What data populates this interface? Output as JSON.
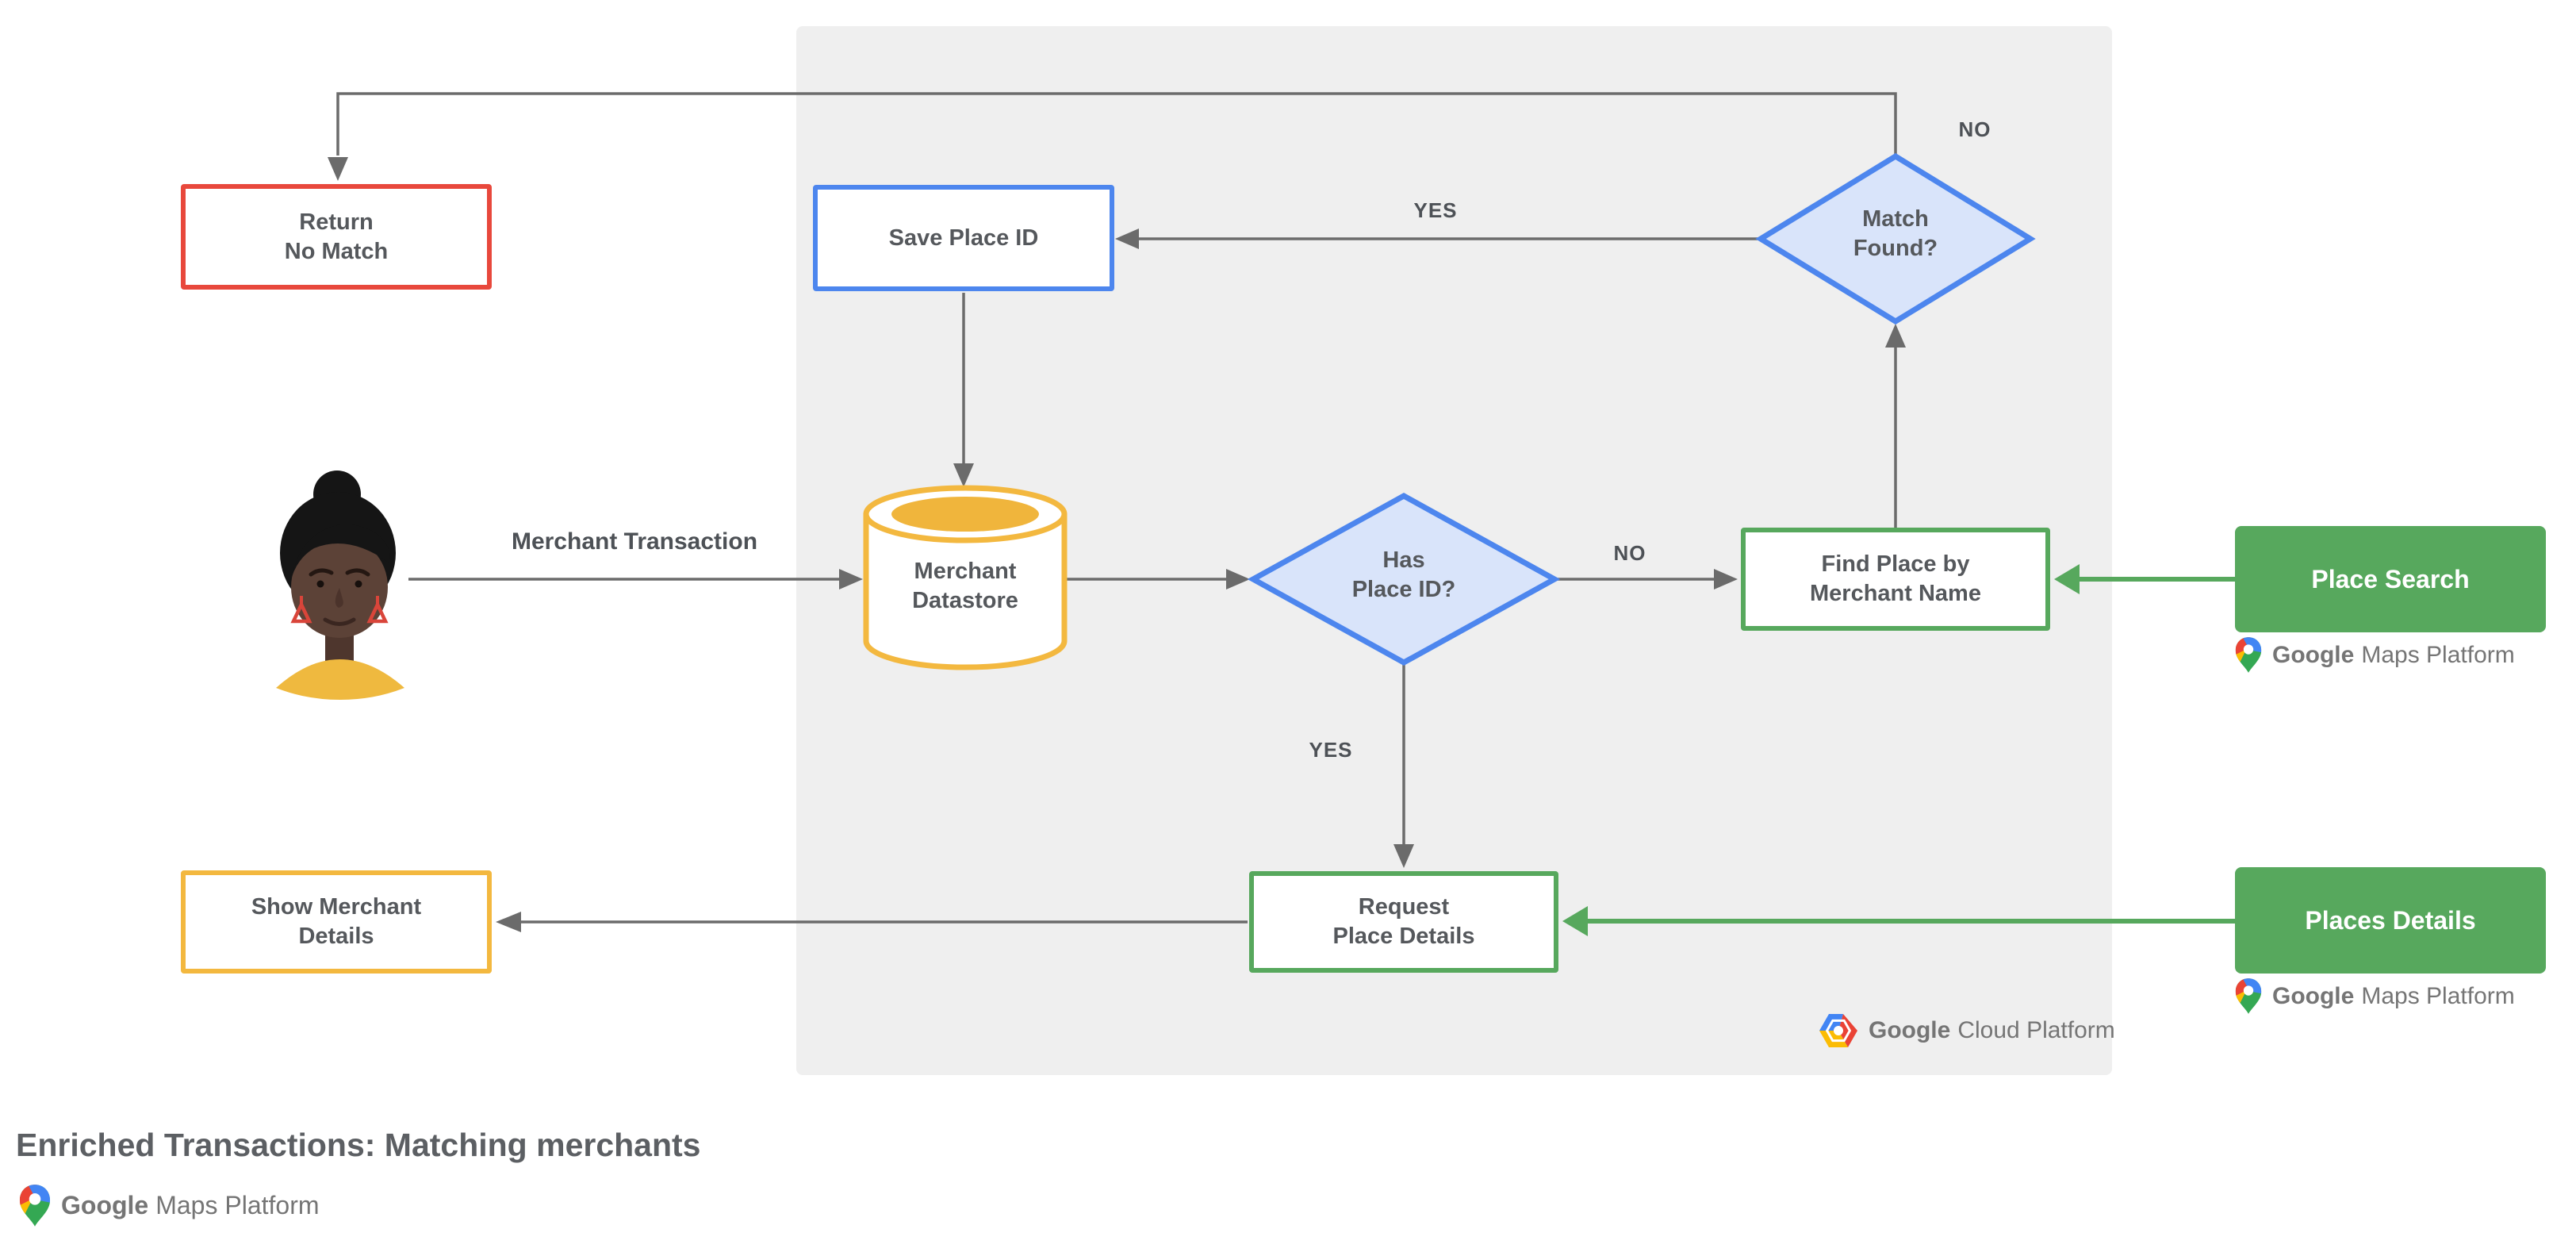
{
  "title": "Enriched Transactions: Matching merchants",
  "nodes": {
    "return_no_match": {
      "lines": [
        "Return",
        "No Match"
      ]
    },
    "save_place_id": {
      "lines": [
        "Save Place ID"
      ]
    },
    "match_found": {
      "lines": [
        "Match",
        "Found?"
      ]
    },
    "merchant_datastore": {
      "lines": [
        "Merchant",
        "Datastore"
      ]
    },
    "has_place_id": {
      "lines": [
        "Has",
        "Place ID?"
      ]
    },
    "find_place": {
      "lines": [
        "Find Place by",
        "Merchant Name"
      ]
    },
    "request_place_details": {
      "lines": [
        "Request",
        "Place Details"
      ]
    },
    "show_merchant_details": {
      "lines": [
        "Show Merchant",
        "Details"
      ]
    },
    "place_search": {
      "label": "Place Search"
    },
    "places_details": {
      "label": "Places Details"
    }
  },
  "edge_labels": {
    "match_found_no": "NO",
    "match_found_yes": "YES",
    "has_place_id_no": "NO",
    "has_place_id_yes": "YES"
  },
  "flow_labels": {
    "merchant_transaction": "Merchant Transaction"
  },
  "logos": {
    "maps_platform_search": {
      "google": "Google",
      "rest": "Maps Platform"
    },
    "maps_platform_details": {
      "google": "Google",
      "rest": "Maps Platform"
    },
    "cloud_platform": {
      "google": "Google",
      "rest": "Cloud Platform"
    },
    "maps_platform_footer": {
      "google": "Google",
      "rest": "Maps Platform"
    }
  },
  "colors": {
    "red_border": "#e8483c",
    "blue_border": "#4d86ee",
    "blue_fill": "#d9e4fa",
    "yellow_border": "#f3b83f",
    "yellow_fill": "#f0b53c",
    "green": "#57a85d",
    "panel_gray": "#efefef",
    "arrow_gray": "#6b6b6b",
    "node_text": "#55585c",
    "logo_text": "#757575"
  }
}
